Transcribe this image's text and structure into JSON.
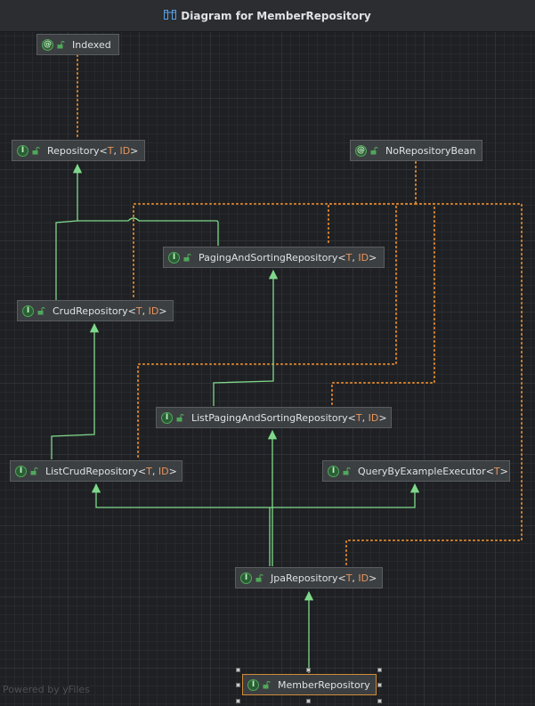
{
  "window": {
    "title": "Diagram for MemberRepository",
    "title_icon": "uml-diagram-icon"
  },
  "colors": {
    "inheritance_edge": "#7fd88a",
    "annotation_edge": "#d9822b",
    "node_background": "#3c3f41",
    "selection_border": "#d08a3a",
    "type_param": "#e8955d"
  },
  "nodes": [
    {
      "id": "indexed",
      "kind": "annotation",
      "kind_glyph": "@",
      "name": "Indexed",
      "params": []
    },
    {
      "id": "repository",
      "kind": "interface",
      "kind_glyph": "I",
      "name": "Repository",
      "params": [
        "T",
        "ID"
      ]
    },
    {
      "id": "norepositorybean",
      "kind": "annotation",
      "kind_glyph": "@",
      "name": "NoRepositoryBean",
      "params": []
    },
    {
      "id": "pagingandsorting",
      "kind": "interface",
      "kind_glyph": "I",
      "name": "PagingAndSortingRepository",
      "params": [
        "T",
        "ID"
      ]
    },
    {
      "id": "crud",
      "kind": "interface",
      "kind_glyph": "I",
      "name": "CrudRepository",
      "params": [
        "T",
        "ID"
      ]
    },
    {
      "id": "listpagingandsorting",
      "kind": "interface",
      "kind_glyph": "I",
      "name": "ListPagingAndSortingRepository",
      "params": [
        "T",
        "ID"
      ]
    },
    {
      "id": "listcrud",
      "kind": "interface",
      "kind_glyph": "I",
      "name": "ListCrudRepository",
      "params": [
        "T",
        "ID"
      ]
    },
    {
      "id": "querybyexample",
      "kind": "interface",
      "kind_glyph": "I",
      "name": "QueryByExampleExecutor",
      "params": [
        "T"
      ]
    },
    {
      "id": "jpa",
      "kind": "interface",
      "kind_glyph": "I",
      "name": "JpaRepository",
      "params": [
        "T",
        "ID"
      ]
    },
    {
      "id": "member",
      "kind": "interface",
      "kind_glyph": "I",
      "name": "MemberRepository",
      "params": [],
      "selected": true
    }
  ],
  "watermark": "Powered by yFiles"
}
